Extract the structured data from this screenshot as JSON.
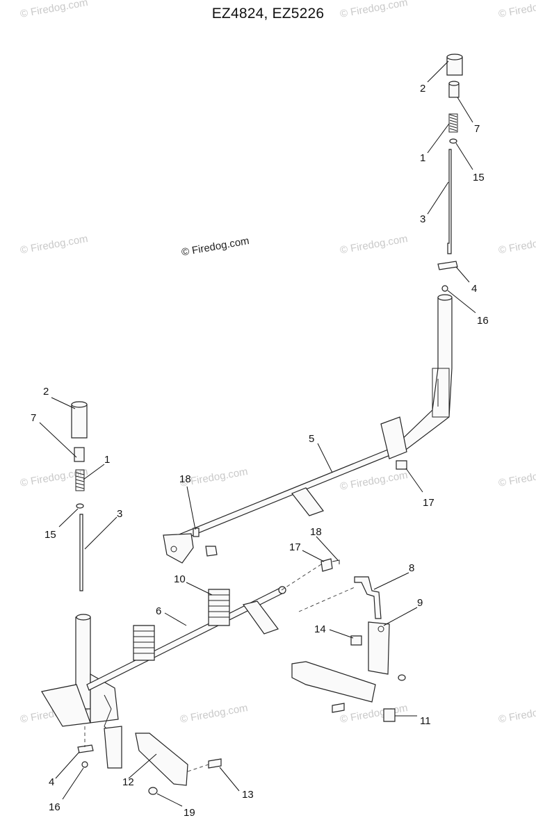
{
  "title": "EZ4824, EZ5226",
  "watermark": "© Firedog.com",
  "center_watermark": "© Firedog.com",
  "labels": [
    {
      "id": "r-2",
      "text": "2"
    },
    {
      "id": "r-7",
      "text": "7"
    },
    {
      "id": "r-1",
      "text": "1"
    },
    {
      "id": "r-15",
      "text": "15"
    },
    {
      "id": "r-3",
      "text": "3"
    },
    {
      "id": "r-4",
      "text": "4"
    },
    {
      "id": "r-16",
      "text": "16"
    },
    {
      "id": "c-5",
      "text": "5"
    },
    {
      "id": "c-17",
      "text": "17"
    },
    {
      "id": "c-18",
      "text": "18"
    },
    {
      "id": "l-2",
      "text": "2"
    },
    {
      "id": "l-7",
      "text": "7"
    },
    {
      "id": "l-1",
      "text": "1"
    },
    {
      "id": "l-15",
      "text": "15"
    },
    {
      "id": "l-3",
      "text": "3"
    },
    {
      "id": "m-18",
      "text": "18"
    },
    {
      "id": "m-17",
      "text": "17"
    },
    {
      "id": "m-8",
      "text": "8"
    },
    {
      "id": "m-10",
      "text": "10"
    },
    {
      "id": "m-9",
      "text": "9"
    },
    {
      "id": "m-6",
      "text": "6"
    },
    {
      "id": "m-14",
      "text": "14"
    },
    {
      "id": "m-11",
      "text": "11"
    },
    {
      "id": "b-4",
      "text": "4"
    },
    {
      "id": "b-12",
      "text": "12"
    },
    {
      "id": "b-13",
      "text": "13"
    },
    {
      "id": "b-16",
      "text": "16"
    },
    {
      "id": "b-19",
      "text": "19"
    }
  ]
}
